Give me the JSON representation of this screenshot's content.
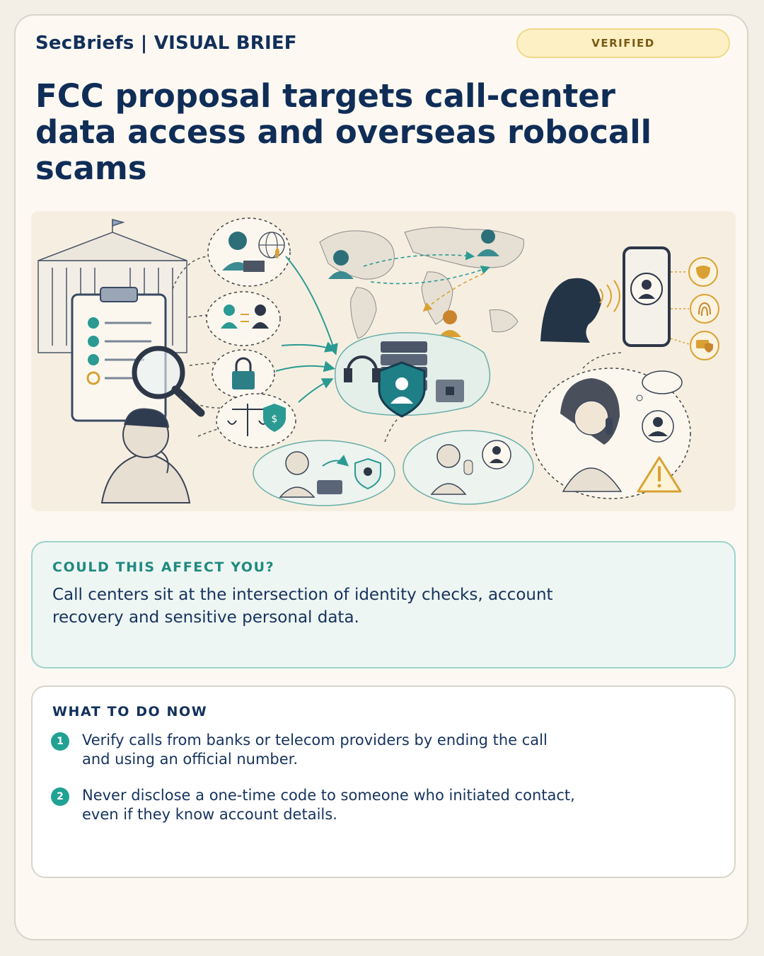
{
  "header": {
    "brand": "SecBriefs | VISUAL BRIEF",
    "badge": "VERIFIED"
  },
  "title": "FCC proposal targets call-center data access and overseas robocall scams",
  "affect": {
    "heading": "COULD THIS AFFECT YOU?",
    "body": "Call centers sit at the intersection of identity checks, account recovery and sensitive personal data."
  },
  "todo": {
    "heading": "WHAT TO DO NOW",
    "steps": [
      {
        "num": "1",
        "text": "Verify calls from banks or telecom providers by ending the call and using an official number."
      },
      {
        "num": "2",
        "text": "Never disclose a one-time code to someone who initiated contact, even if they know account details."
      }
    ]
  },
  "colors": {
    "navy": "#12305a",
    "teal": "#1fa294",
    "amber": "#d9a134",
    "badge_bg": "#fdf0c4"
  },
  "illustration": {
    "icons": [
      "government-building-icon",
      "clipboard-checklist-icon",
      "magnifier-icon",
      "thinking-man-icon",
      "call-agent-icon",
      "globe-pin-icon",
      "exchange-users-icon",
      "lock-icon",
      "scales-icon",
      "shield-dollar-icon",
      "world-map-icon",
      "headset-icon",
      "server-shield-icon",
      "caller-silhouette-icon",
      "smartphone-icon",
      "mask-icon",
      "fingerprint-icon",
      "card-shield-icon",
      "worried-woman-icon",
      "warning-icon",
      "desk-phone-icon",
      "stop-hand-icon"
    ]
  }
}
